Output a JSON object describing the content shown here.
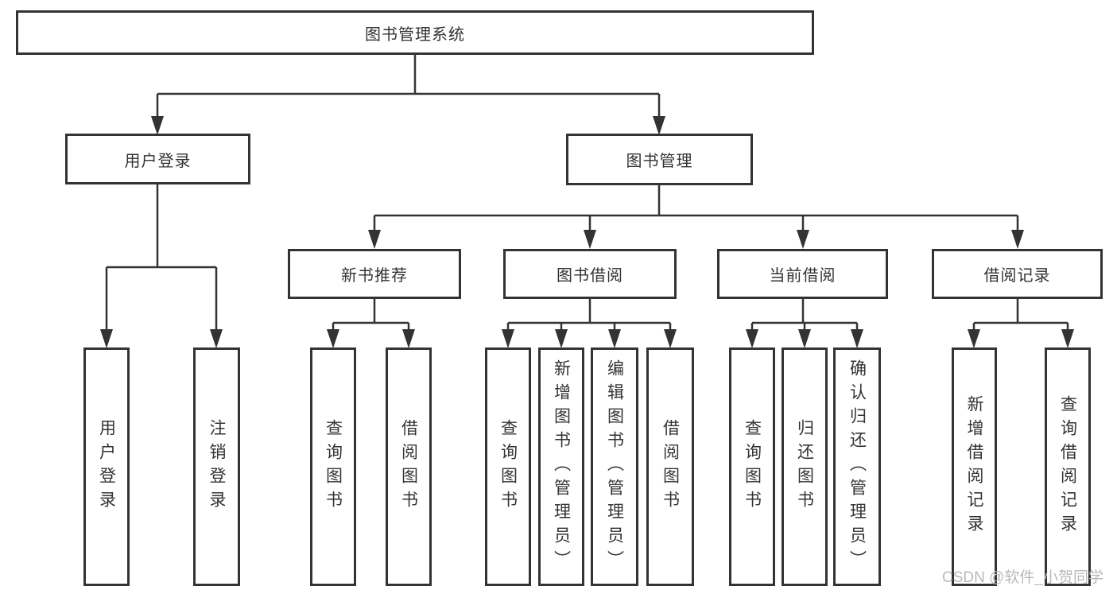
{
  "colors": {
    "line": "#333333",
    "text": "#333333",
    "background": "#ffffff",
    "watermark": "#b9b9b9"
  },
  "watermark": "CSDN @软件_小贺同学",
  "diagram": {
    "type": "hierarchy-tree",
    "root": "图书管理系统",
    "branches": [
      {
        "label": "用户登录",
        "children": [
          "用户登录",
          "注销登录"
        ]
      },
      {
        "label": "图书管理",
        "children": [
          {
            "label": "新书推荐",
            "children": [
              "查询图书",
              "借阅图书"
            ]
          },
          {
            "label": "图书借阅",
            "children": [
              "查询图书",
              "新增图书（管理员）",
              "编辑图书（管理员）",
              "借阅图书"
            ]
          },
          {
            "label": "当前借阅",
            "children": [
              "查询图书",
              "归还图书",
              "确认归还（管理员）"
            ]
          },
          {
            "label": "借阅记录",
            "children": [
              "新增借阅记录",
              "查询借阅记录"
            ]
          }
        ]
      }
    ]
  }
}
